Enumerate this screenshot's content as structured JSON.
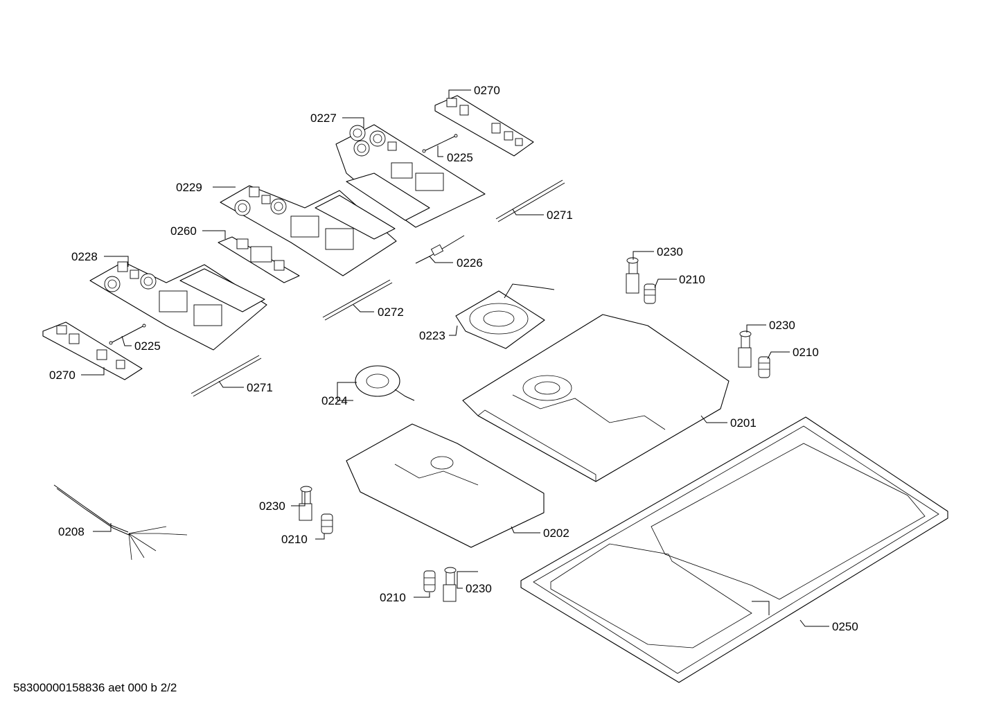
{
  "diagram": {
    "footer": "58300000158836 aet 000 b 2/2",
    "callouts": {
      "c0270a": "0270",
      "c0227": "0227",
      "c0225a": "0225",
      "c0229": "0229",
      "c0271a": "0271",
      "c0260": "0260",
      "c0226": "0226",
      "c0228": "0228",
      "c0272": "0272",
      "c0230a": "0230",
      "c0210a": "0210",
      "c0223": "0223",
      "c0225b": "0225",
      "c0230b": "0230",
      "c0210b": "0210",
      "c0270b": "0270",
      "c0271b": "0271",
      "c0224": "0224",
      "c0201": "0201",
      "c0230c": "0230",
      "c0210c": "0210",
      "c0208": "0208",
      "c0202": "0202",
      "c0210d": "0210",
      "c0230d": "0230",
      "c0250": "0250"
    }
  }
}
